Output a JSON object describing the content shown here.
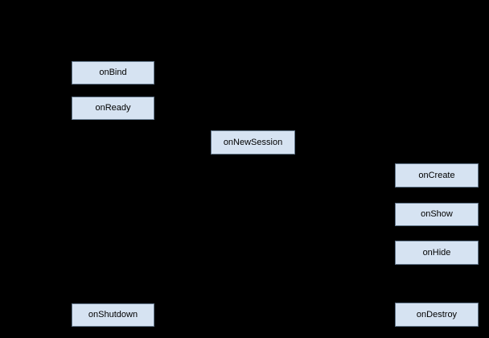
{
  "diagram": {
    "type": "lifecycle-flowchart",
    "nodes": [
      {
        "label": "onBind"
      },
      {
        "label": "onReady"
      },
      {
        "label": "onNewSession"
      },
      {
        "label": "onCreate"
      },
      {
        "label": "onShow"
      },
      {
        "label": "onHide"
      },
      {
        "label": "onShutdown"
      },
      {
        "label": "onDestroy"
      }
    ]
  },
  "colors": {
    "background": "#000000",
    "node_fill": "#d6e3f2",
    "node_border": "#64788c",
    "node_text": "#000000"
  }
}
